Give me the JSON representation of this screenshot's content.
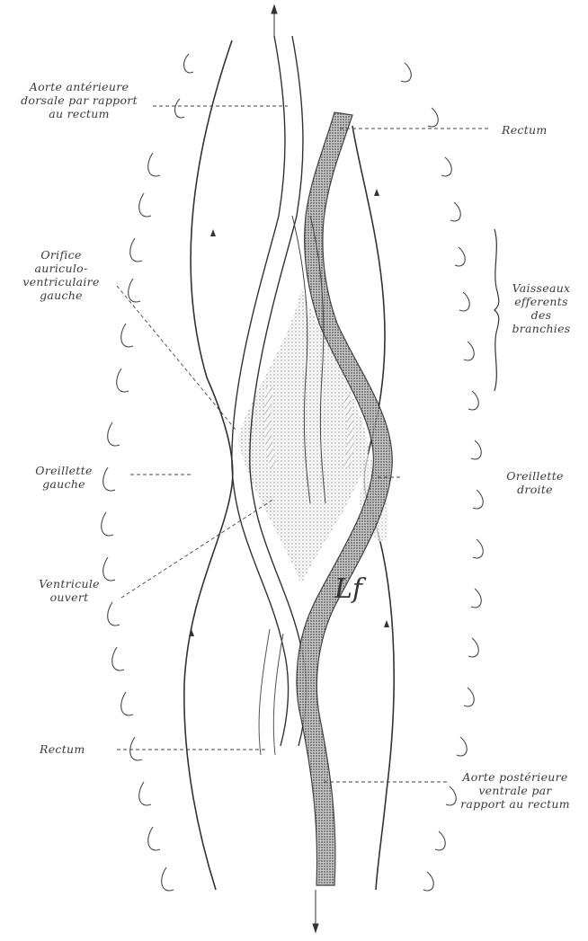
{
  "labels": {
    "aorte_anterieure": [
      "Aorte antérieure",
      "dorsale par rapport",
      "au rectum"
    ],
    "rectum_top": "Rectum",
    "orifice": [
      "Orifice",
      "auriculo-",
      "ventriculaire",
      "gauche"
    ],
    "vaisseaux": [
      "Vaisseaux",
      "efferents",
      "des",
      "branchies"
    ],
    "oreillette_gauche": [
      "Oreillette",
      "gauche"
    ],
    "oreillette_droite": [
      "Oreillette",
      "droite"
    ],
    "ventricule": [
      "Ventricule",
      "ouvert"
    ],
    "rectum_bottom": "Rectum",
    "aorte_posterieure": [
      "Aorte postérieure",
      "ventrale par",
      "rapport au rectum"
    ],
    "signature": "Lf"
  },
  "colors": {
    "ink": "#2b2b2b",
    "label": "#3a3a3a",
    "stipple": "#8a8a8a",
    "paper": "#ffffff"
  }
}
